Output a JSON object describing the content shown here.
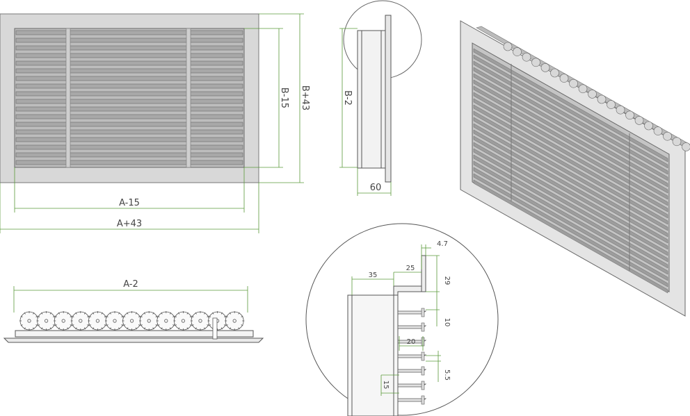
{
  "front_view": {
    "dim_width_inner": "A-15",
    "dim_width_outer": "A+43",
    "dim_height_inner": "B-15",
    "dim_height_outer": "B+43"
  },
  "side_view": {
    "dim_height": "B-2",
    "dim_depth": "60"
  },
  "bottom_view": {
    "dim_width": "A-2"
  },
  "detail_view": {
    "dim_35": "35",
    "dim_25": "25",
    "dim_4_7": "4.7",
    "dim_29": "29",
    "dim_10": "10",
    "dim_20": "20",
    "dim_5_5": "5.5",
    "dim_15": "15"
  },
  "colors": {
    "frame": "#d6d6d6",
    "blade": "#9a9a9a",
    "dimension_line": "#5a9a3a",
    "outline": "#555555"
  }
}
